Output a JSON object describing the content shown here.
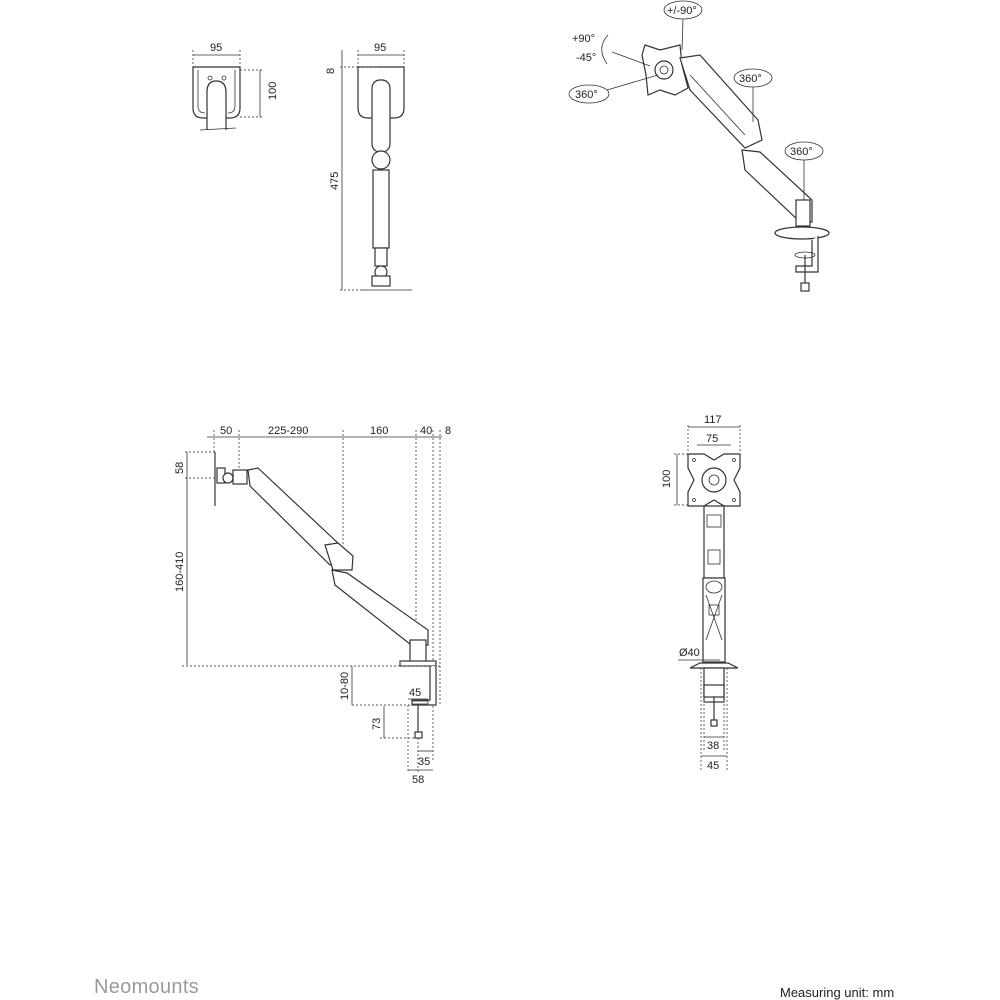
{
  "brand": "Neomounts",
  "footer": {
    "measuring_unit": "Measuring unit: mm"
  },
  "view_top_detail": {
    "width": "95",
    "height": "100"
  },
  "view_top_column": {
    "width": "95",
    "offset": "8",
    "height": "475"
  },
  "view_iso": {
    "tilt_up": "+90°",
    "tilt_down": "-45°",
    "swivel": "+/-90°",
    "rotate_plate": "360°",
    "rotate_elbow": "360°",
    "rotate_base": "360°"
  },
  "view_side": {
    "top_dims": [
      "50",
      "225-290",
      "160",
      "40",
      "8"
    ],
    "plate_height": "58",
    "height_range": "160-410",
    "desk_thickness": "10-80",
    "clamp_width": "45",
    "screw_length": "73",
    "clamp_offset": "35",
    "clamp_depth": "58"
  },
  "view_front": {
    "plate_width": "117",
    "vesa_width": "75",
    "vesa_height": "100",
    "pole_diameter": "Ø40",
    "clamp_inner": "38",
    "clamp_outer": "45"
  }
}
